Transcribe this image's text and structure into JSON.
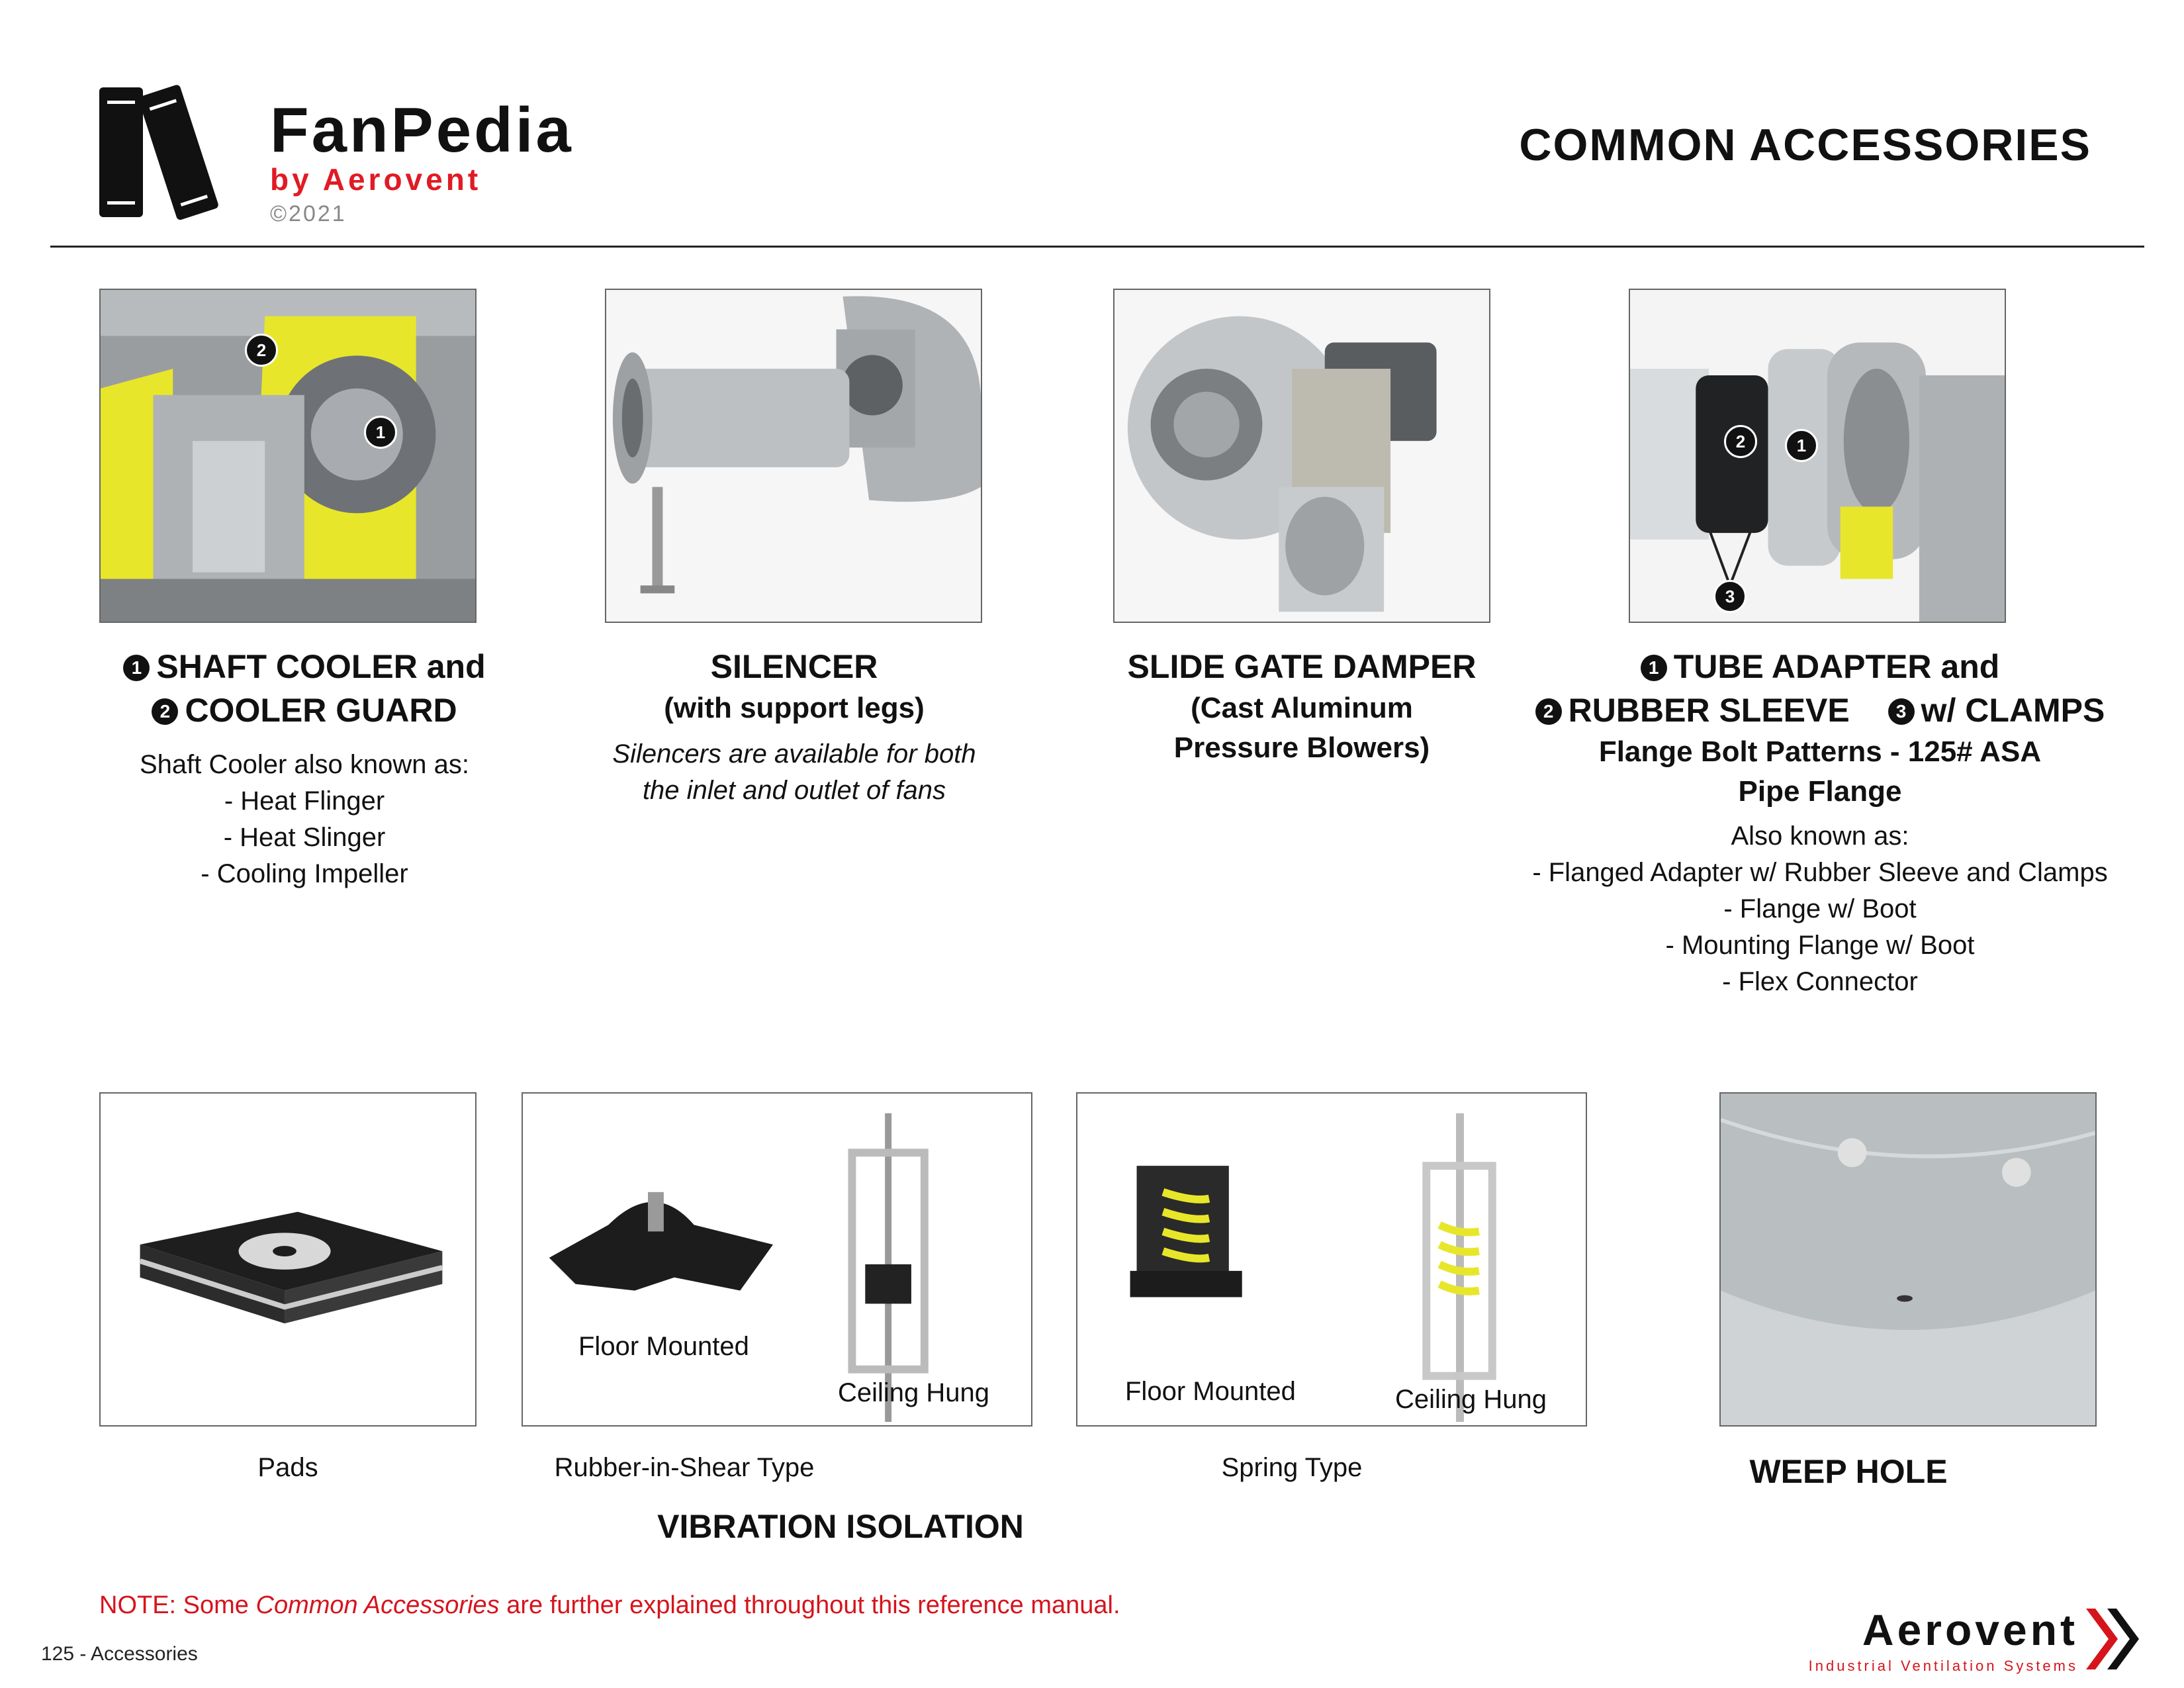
{
  "header": {
    "brand_main": "FanPedia",
    "brand_sub": "by Aerovent",
    "copyright": "©2021",
    "title": "COMMON ACCESSORIES"
  },
  "items": {
    "shaft_cooler": {
      "num1": "1",
      "line1": "SHAFT COOLER and",
      "num2": "2",
      "line2": "COOLER GUARD",
      "aka": "Shaft Cooler also known as:",
      "list": [
        "- Heat Flinger",
        "- Heat Slinger",
        "- Cooling Impeller"
      ],
      "badge1": "1",
      "badge2": "2"
    },
    "silencer": {
      "title": "SILENCER",
      "sub": "(with support legs)",
      "note_l1": "Silencers are available for both",
      "note_l2": "the inlet and outlet of fans"
    },
    "damper": {
      "title": "SLIDE GATE DAMPER",
      "sub_l1": "(Cast Aluminum",
      "sub_l2": "Pressure Blowers)"
    },
    "tube_adapter": {
      "num1": "1",
      "line1": "TUBE ADAPTER and",
      "num2": "2",
      "line2a": "RUBBER SLEEVE",
      "num3": "3",
      "line2b": "w/ CLAMPS",
      "sub_l1": "Flange Bolt Patterns - 125# ASA",
      "sub_l2": "Pipe Flange",
      "aka": "Also known as:",
      "list": [
        "- Flanged Adapter w/ Rubber Sleeve and Clamps",
        "- Flange w/ Boot",
        "- Mounting Flange w/ Boot",
        "- Flex Connector"
      ],
      "badge1": "1",
      "badge2": "2",
      "badge3": "3"
    },
    "pads": {
      "caption": "Pads"
    },
    "rubber": {
      "floor": "Floor Mounted",
      "ceiling": "Ceiling Hung",
      "caption": "Rubber-in-Shear Type"
    },
    "spring": {
      "floor": "Floor Mounted",
      "ceiling": "Ceiling Hung",
      "caption": "Spring Type"
    },
    "weep": {
      "caption": "WEEP HOLE"
    }
  },
  "vibration_title": "VIBRATION ISOLATION",
  "footer": {
    "note_prefix": "NOTE: Some ",
    "note_em": "Common Accessories",
    "note_suffix": " are further explained throughout this reference manual.",
    "page": "125 - Accessories",
    "company": "Aerovent",
    "tagline": "Industrial Ventilation Systems"
  },
  "colors": {
    "accent_red": "#e01b24",
    "guard_yellow": "#e8e62a",
    "metal_grey": "#b8bcc0"
  }
}
